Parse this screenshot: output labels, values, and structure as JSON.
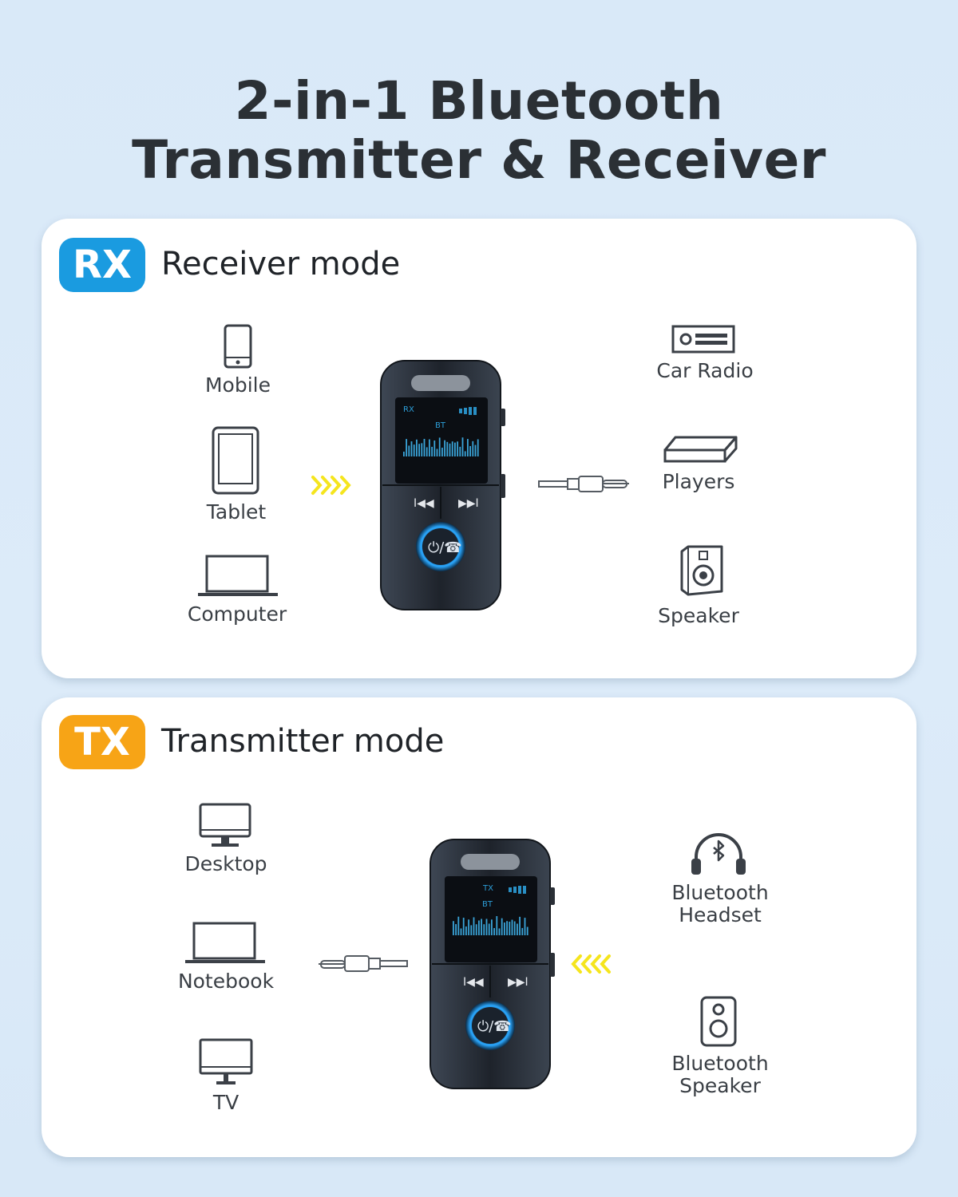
{
  "header": {
    "title_line1": "2-in-1 Bluetooth",
    "title_line2": "Transmitter & Receiver"
  },
  "rx_section": {
    "badge": "RX",
    "badge_color": "#1a9be0",
    "mode_label": "Receiver mode",
    "sources": [
      {
        "label": "Mobile",
        "icon": "mobile-icon"
      },
      {
        "label": "Tablet",
        "icon": "tablet-icon"
      },
      {
        "label": "Computer",
        "icon": "laptop-icon"
      }
    ],
    "outputs": [
      {
        "label": "Car Radio",
        "icon": "car-radio-icon"
      },
      {
        "label": "Players",
        "icon": "player-icon"
      },
      {
        "label": "Speaker",
        "icon": "speaker-icon"
      }
    ],
    "device_screen": {
      "mode": "RX",
      "source": "BT"
    }
  },
  "tx_section": {
    "badge": "TX",
    "badge_color": "#f7a416",
    "mode_label": "Transmitter mode",
    "sources": [
      {
        "label": "Desktop",
        "icon": "desktop-icon"
      },
      {
        "label": "Notebook",
        "icon": "notebook-icon"
      },
      {
        "label": "TV",
        "icon": "tv-icon"
      }
    ],
    "outputs": [
      {
        "label_line1": "Bluetooth",
        "label_line2": "Headset",
        "icon": "bluetooth-headset-icon"
      },
      {
        "label_line1": "Bluetooth",
        "label_line2": "Speaker",
        "icon": "bluetooth-speaker-icon"
      }
    ],
    "device_screen": {
      "mode": "TX",
      "source": "BT"
    }
  },
  "colors": {
    "arrow": "#f5e51e",
    "accent_ring": "#2aa8ff"
  }
}
